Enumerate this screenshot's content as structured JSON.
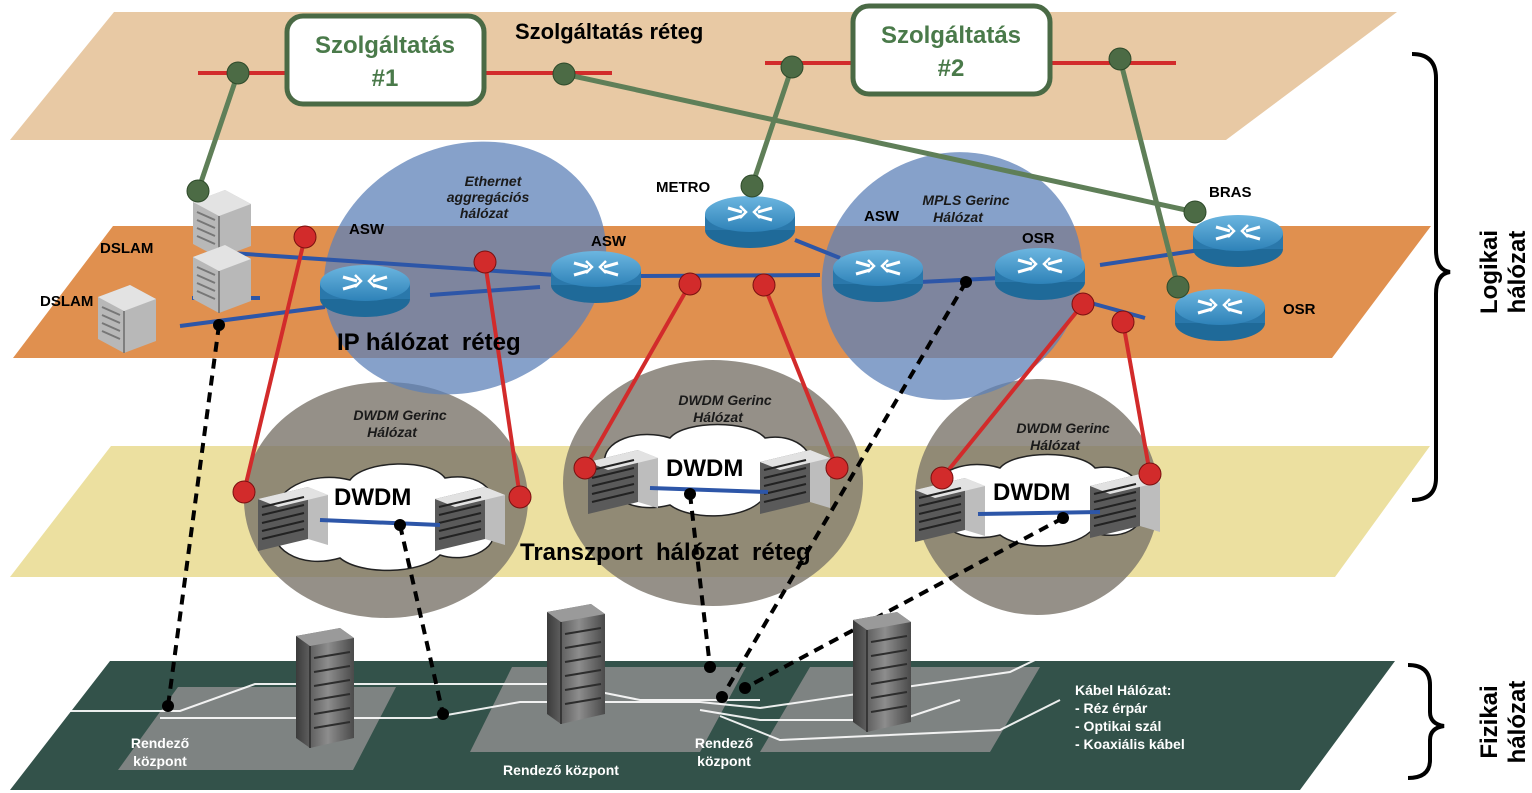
{
  "service_layer": {
    "title": "Szolgáltatás réteg",
    "service1_line1": "Szolgáltatás",
    "service1_line2": "#1",
    "service2_line1": "Szolgáltatás",
    "service2_line2": "#2"
  },
  "ip_layer": {
    "title": "IP hálózat  réteg",
    "ethernet_cloud": [
      "Ethernet",
      "aggregációs",
      "hálózat"
    ],
    "mpls_cloud": [
      "MPLS Gerinc",
      "Hálózat"
    ],
    "devices": {
      "dslam1": "DSLAM",
      "dslam2": "DSLAM",
      "asw1": "ASW",
      "asw2": "ASW",
      "asw3": "ASW",
      "metro": "METRO",
      "osr1": "OSR",
      "osr2": "OSR",
      "bras": "BRAS"
    }
  },
  "transport_layer": {
    "title": "Transzport  hálózat  réteg",
    "dwdm_label": "DWDM",
    "dwdm_cloud_1": [
      "DWDM Gerinc",
      "Hálózat"
    ],
    "dwdm_cloud_2": [
      "DWDM Gerinc",
      "Hálózat"
    ],
    "dwdm_cloud_3": [
      "DWDM Gerinc",
      "Hálózat"
    ]
  },
  "physical_layer": {
    "center1": [
      "Rendező",
      "központ"
    ],
    "center2": "Rendező központ",
    "center3": [
      "Rendező",
      "központ"
    ],
    "cable_title": "Kábel Hálózat:",
    "cable_items": [
      "- Réz érpár",
      "- Optikai szál",
      "- Koaxiális kábel"
    ]
  },
  "side_labels": {
    "logical": [
      "Logikai",
      "hálózat"
    ],
    "physical": [
      "Fizikai",
      "hálózat"
    ]
  },
  "colors": {
    "service_plane": "#e8c9a4",
    "ip_plane": "#e0904f",
    "transport_plane": "#ece0a0",
    "physical_plane": "#33524a",
    "blue_cloud": "#5d82b8",
    "gray_cloud": "#7a746a",
    "router": "#3a8fc2",
    "red_link": "#d22b2b",
    "green_link": "#5f7f58",
    "blue_link": "#2d56a8"
  }
}
